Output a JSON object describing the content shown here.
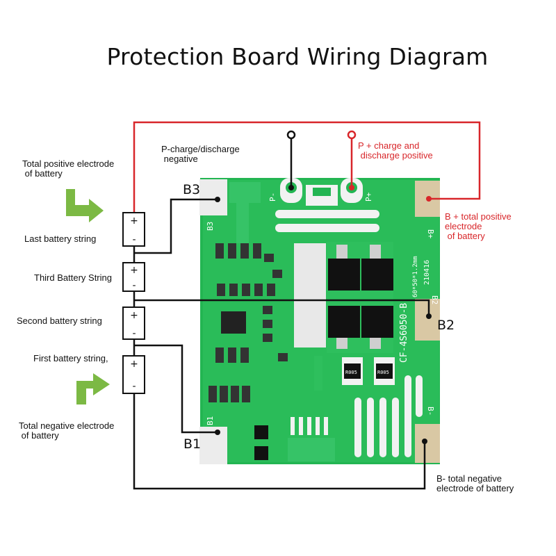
{
  "title": "Protection Board Wiring Diagram",
  "labels": {
    "total_positive": "Total positive electrode\n of battery",
    "last_string": "Last battery string",
    "third_string": "Third Battery String",
    "second_string": "Second battery string",
    "first_string": "First battery string,",
    "total_negative": "Total negative electrode\n of battery",
    "p_negative": "P-charge/discharge\n negative",
    "p_positive": "P + charge and\n discharge positive",
    "b_plus": "B + total positive\nelectrode\n of battery",
    "b_minus": "B- total negative\nelectrode of battery"
  },
  "pads": {
    "b3": "B3",
    "b2": "B2",
    "b1": "B1"
  },
  "cell_marks": {
    "plus": "+",
    "minus": "-"
  },
  "board_markings": {
    "p_minus": "P-",
    "p_plus": "P+",
    "b3": "B3",
    "b2": "B2",
    "b1": "B1",
    "b_plus": "B+",
    "b_minus": "B-",
    "model": "CF-4S6050-B",
    "dims": "60*50*1.2mm",
    "date": "210416",
    "resistor_1": "R005",
    "resistor_2": "R005"
  },
  "colors": {
    "board": "#23b552",
    "wire_black": "#111111",
    "wire_red": "#d8262a",
    "arrow_green": "#7cb944"
  }
}
